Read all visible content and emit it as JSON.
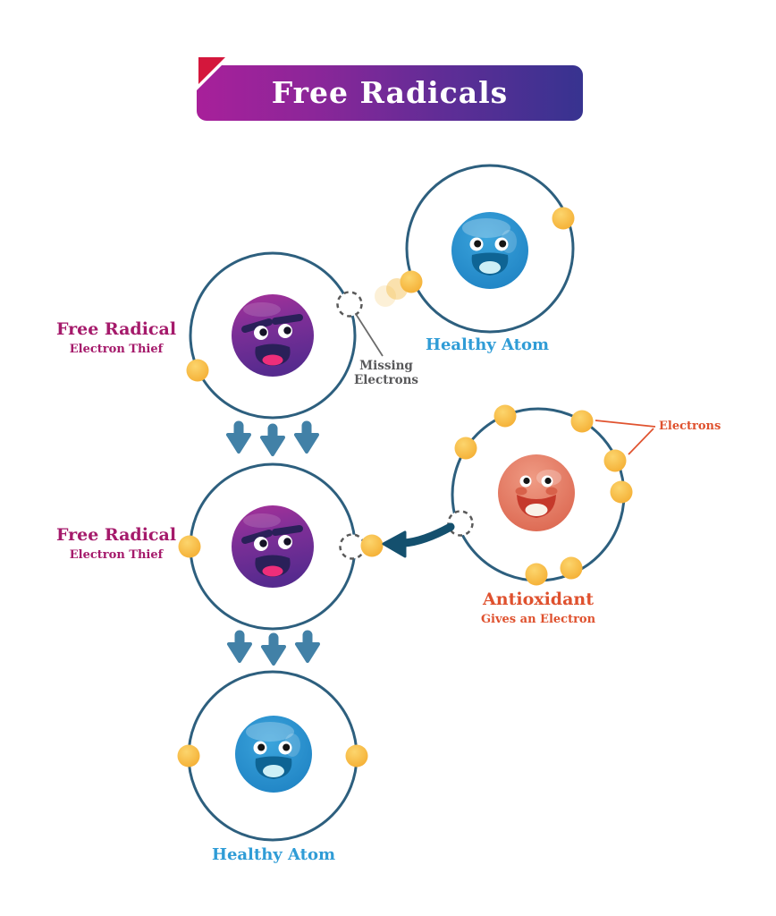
{
  "title": "Free Radicals",
  "labels": {
    "free_radical_1": {
      "title": "Free Radical",
      "subtitle": "Electron Thief"
    },
    "free_radical_2": {
      "title": "Free Radical",
      "subtitle": "Electron Thief"
    },
    "healthy_atom_top": "Healthy Atom",
    "healthy_atom_bottom": "Healthy Atom",
    "missing_electrons": "Missing Electrons",
    "electrons": "Electrons",
    "antioxidant": {
      "title": "Antioxidant",
      "subtitle": "Gives an Electron"
    }
  },
  "icons": {
    "free_radical_face": "angry-purple-atom-face",
    "healthy_atom_face": "happy-blue-atom-face",
    "antioxidant_face": "happy-orange-atom-face",
    "electron": "yellow-electron-dot",
    "missing_electron_slot": "dashed-circle",
    "process_flow": "three-down-arrows",
    "electron_transfer": "curved-left-arrow"
  },
  "colors": {
    "banner_gradient_start": "#a8209a",
    "banner_gradient_end": "#373390",
    "banner_fold": "#d4173c",
    "free_radical_label": "#a51a6b",
    "healthy_atom_label": "#2f9cd6",
    "antioxidant_label": "#df512e",
    "missing_electrons_label": "#58585a",
    "orbit_ring": "#2d5f7e",
    "electron": "#f4ae33",
    "down_arrow": "#4281a7",
    "transfer_arrow": "#14506e"
  }
}
